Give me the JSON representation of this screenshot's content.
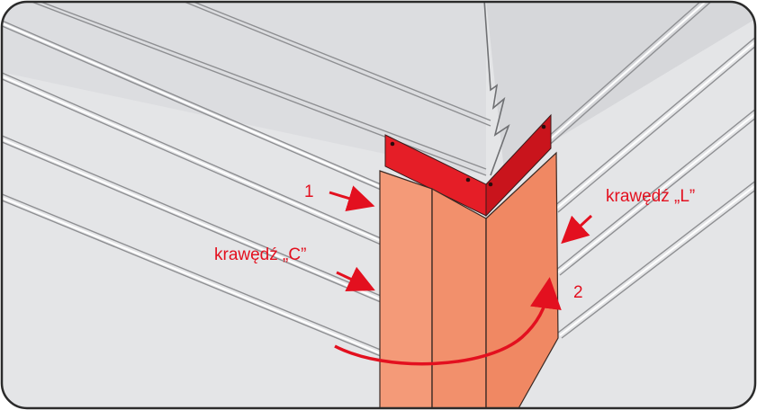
{
  "labels": {
    "step1": "1",
    "step2": "2",
    "edge_l": "krawędź „L”",
    "edge_c": "krawędź „C”"
  },
  "colors": {
    "frame_border": "#2b2b2b",
    "wall_light": "#e4e5e7",
    "wall_shadow": "#c9cacc",
    "panel_line": "#8e8f92",
    "trim_red": "#e51e27",
    "cover_salmon": "#f49a78",
    "cover_outline": "#3a2a24",
    "arrow_red": "#e3101f"
  }
}
